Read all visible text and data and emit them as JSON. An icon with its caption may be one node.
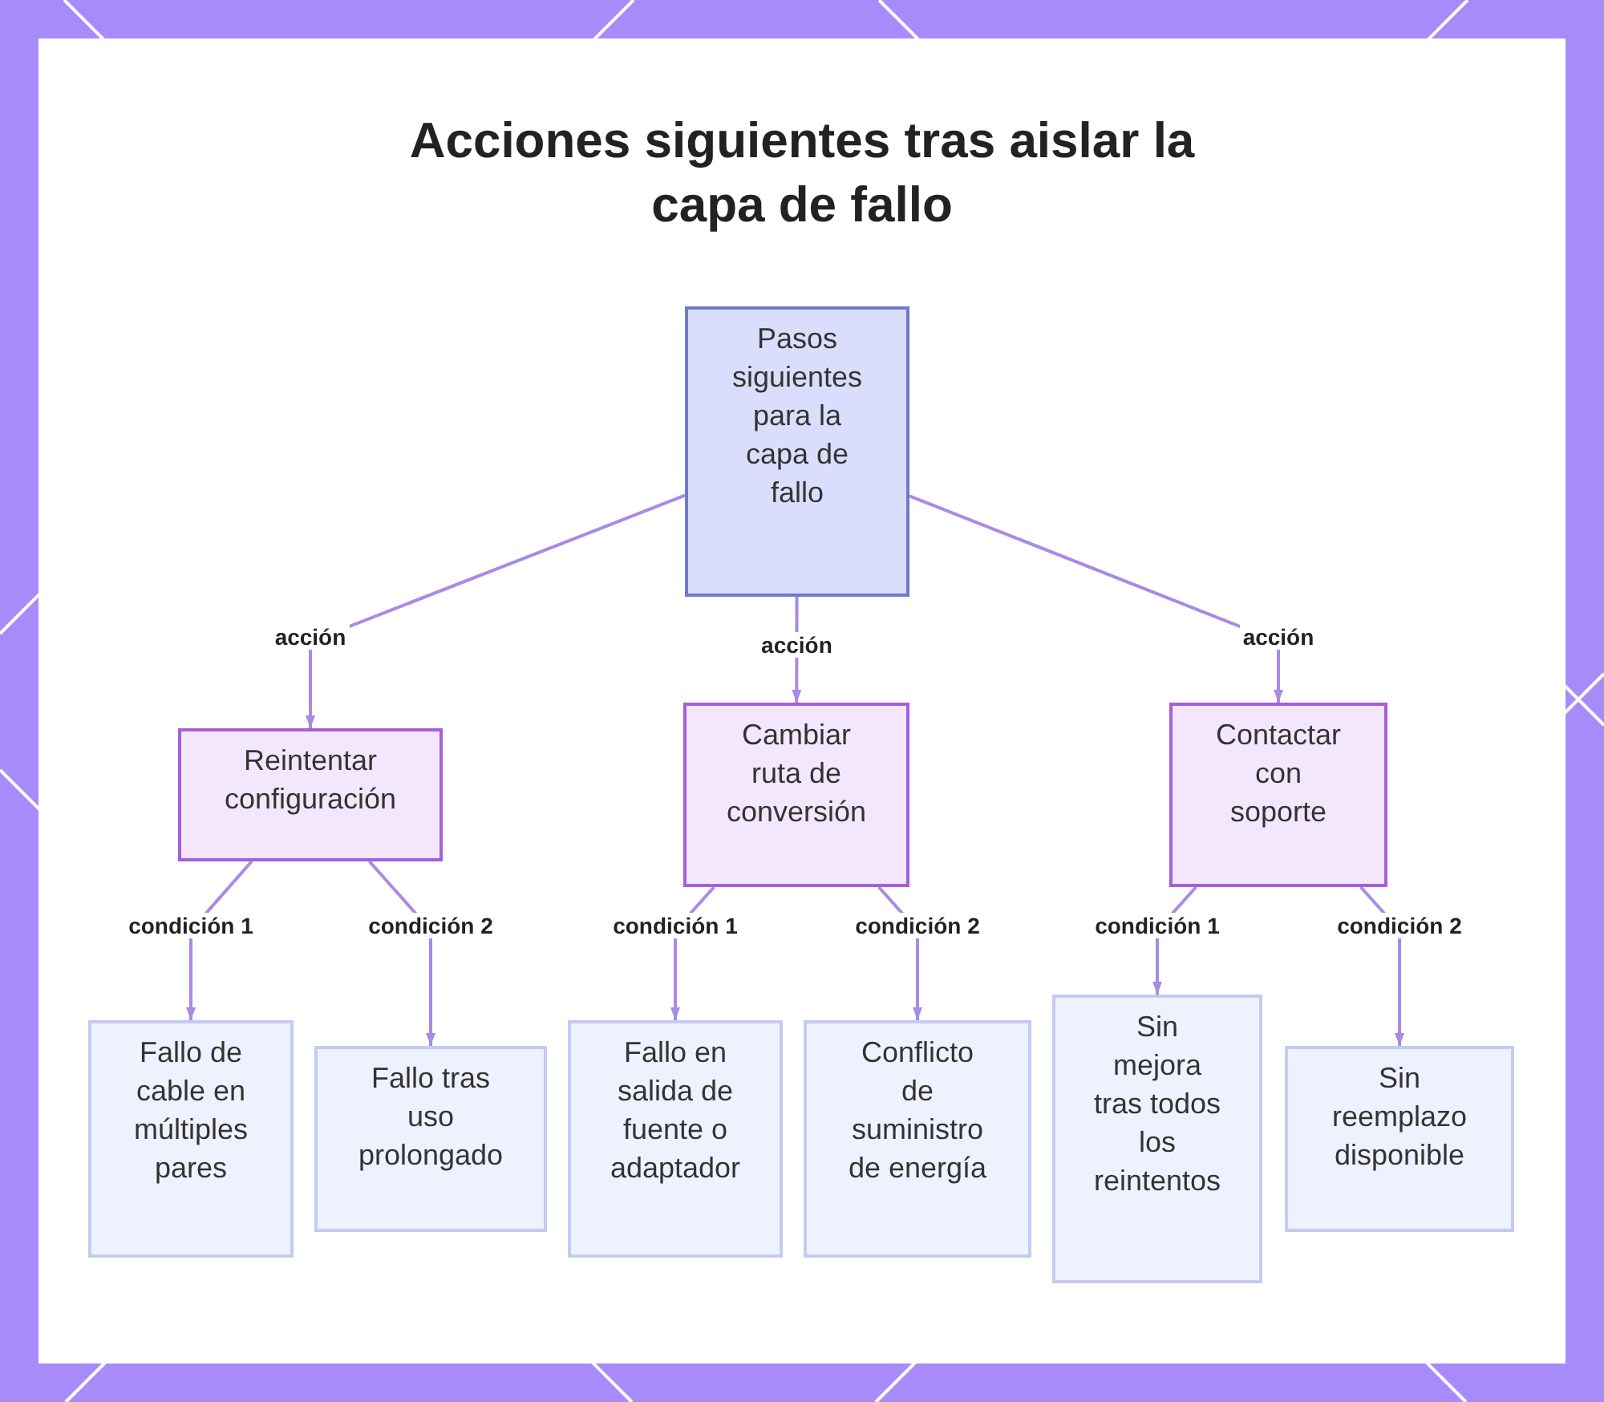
{
  "diagram": {
    "title": "Acciones siguientes tras aislar la capa de fallo",
    "nodes": [
      {
        "text": [
          "Pasos siguientes para la capa de fallo"
        ]
      },
      {
        "text": [
          "Reintentar configuración"
        ]
      },
      {
        "text": [
          "Cambiar ruta de conversión"
        ]
      },
      {
        "text": [
          "Contactar con soporte"
        ]
      },
      {
        "text": [
          "Fallo de cable en múltiples pares"
        ]
      },
      {
        "text": [
          "Fallo tras uso prolongado"
        ]
      },
      {
        "text": [
          "Fallo en salida de fuente o adaptador"
        ]
      },
      {
        "text": [
          "Conflicto de suministro de energía"
        ]
      },
      {
        "text": [
          "Sin mejora tras todos los reintentos"
        ]
      },
      {
        "text": [
          "Sin reemplazo disponible"
        ]
      }
    ],
    "edges": [
      {
        "from": 0,
        "to": 1,
        "arrow": "to",
        "label": "acción"
      },
      {
        "from": 0,
        "to": 2,
        "arrow": "to",
        "label": "acción"
      },
      {
        "from": 0,
        "to": 3,
        "arrow": "to",
        "label": "acción"
      },
      {
        "from": 1,
        "to": 4,
        "arrow": "to",
        "label": "condición 1"
      },
      {
        "from": 1,
        "to": 5,
        "arrow": "to",
        "label": "condición 2"
      },
      {
        "from": 2,
        "to": 6,
        "arrow": "to",
        "label": "condición 1"
      },
      {
        "from": 2,
        "to": 7,
        "arrow": "to",
        "label": "condición 2"
      },
      {
        "from": 3,
        "to": 8,
        "arrow": "to",
        "label": "condición 1"
      },
      {
        "from": 3,
        "to": 9,
        "arrow": "to",
        "label": "condición 2"
      }
    ]
  }
}
